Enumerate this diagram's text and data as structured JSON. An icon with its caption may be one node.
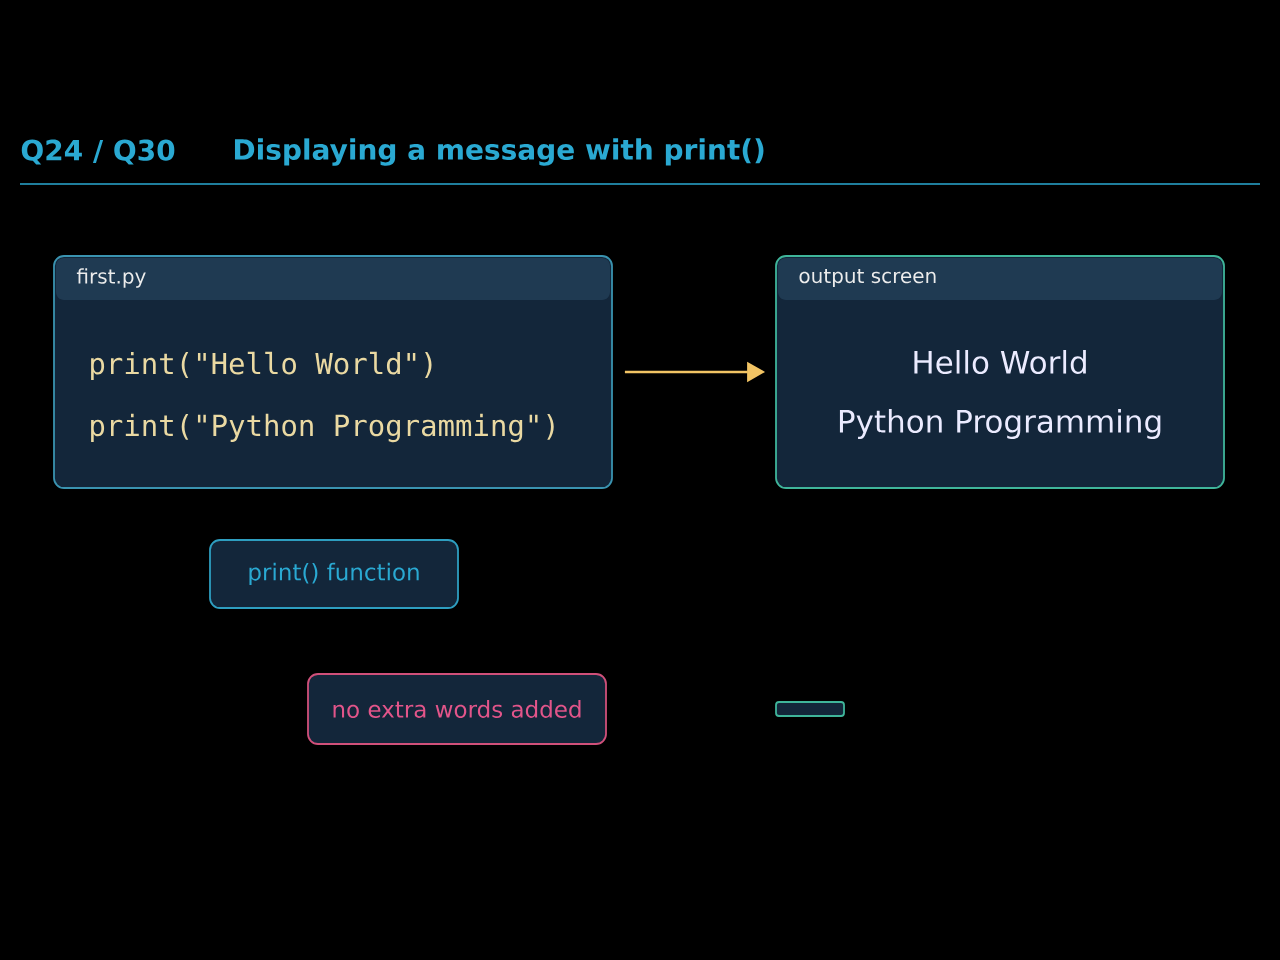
{
  "diagram": {
    "title": "Displaying a message with print()",
    "nodes": [
      {
        "text": [
          "first.py",
          "print(\"Hello World\")",
          "print(\"Python Programming\")"
        ]
      },
      {
        "text": [
          "output screen",
          "Hello World",
          "Python Programming"
        ]
      },
      {
        "text": [
          "print()  function"
        ]
      },
      {
        "text": [
          "no extra words added"
        ]
      },
      {
        "text": [],
        "shape": "box"
      }
    ],
    "edges": [
      {
        "from": 0,
        "to": 1,
        "arrow": "to",
        "color": "#f2c464"
      }
    ],
    "labels": [
      "Q24 / Q30"
    ]
  }
}
